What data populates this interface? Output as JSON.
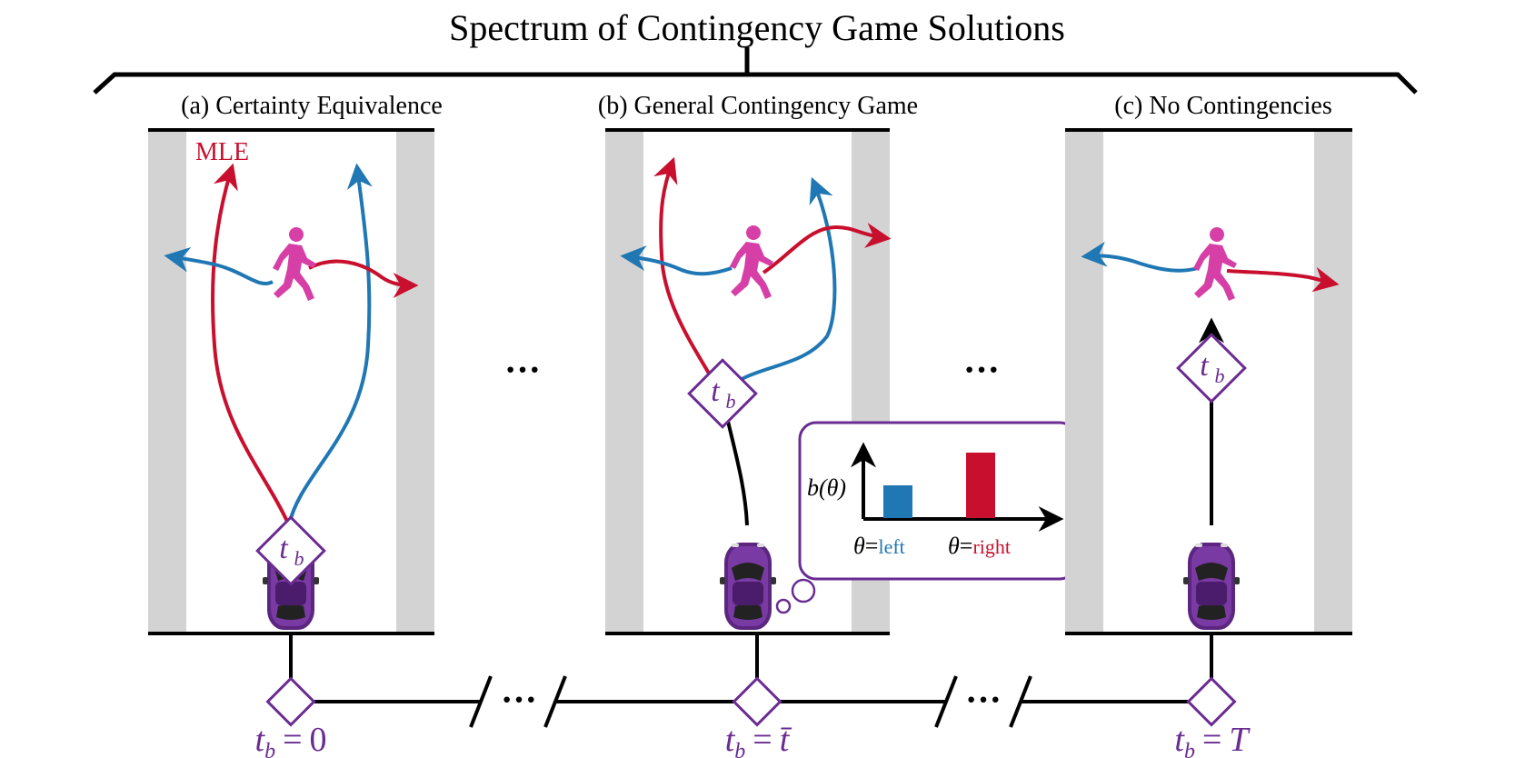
{
  "title": "Spectrum of Contingency Game Solutions",
  "panels": [
    {
      "label": "(a) Certainty Equivalence",
      "branch_label": "MLE"
    },
    {
      "label": "(b) General Contingency Game"
    },
    {
      "label": "(c) No Contingencies"
    }
  ],
  "branch_time_symbol": "t",
  "branch_time_sub": "b",
  "ellipsis": "···",
  "timeline": {
    "ticks": [
      {
        "lhs": "t",
        "sub": "b",
        "eq": "=",
        "rhs": "0"
      },
      {
        "lhs": "t",
        "sub": "b",
        "eq": "=",
        "rhs": "t̄"
      },
      {
        "lhs": "t",
        "sub": "b",
        "eq": "=",
        "rhs": "T"
      }
    ]
  },
  "belief": {
    "ylabel": "b(θ)",
    "bars": [
      {
        "theta": "θ",
        "eq": "=",
        "name": "left",
        "value": 0.5,
        "color": "#1f77b4"
      },
      {
        "theta": "θ",
        "eq": "=",
        "name": "right",
        "value": 1.0,
        "color": "#c8102e"
      }
    ]
  },
  "colors": {
    "purple": "#6a2c91",
    "blue": "#1f77b4",
    "red": "#c8102e",
    "pedestrian": "#d63fa6",
    "sidewalk": "#d3d3d3",
    "car": "#6a2c91"
  },
  "icons": [
    "car-icon",
    "pedestrian-icon",
    "thought-bubble-icon",
    "diamond-icon"
  ]
}
